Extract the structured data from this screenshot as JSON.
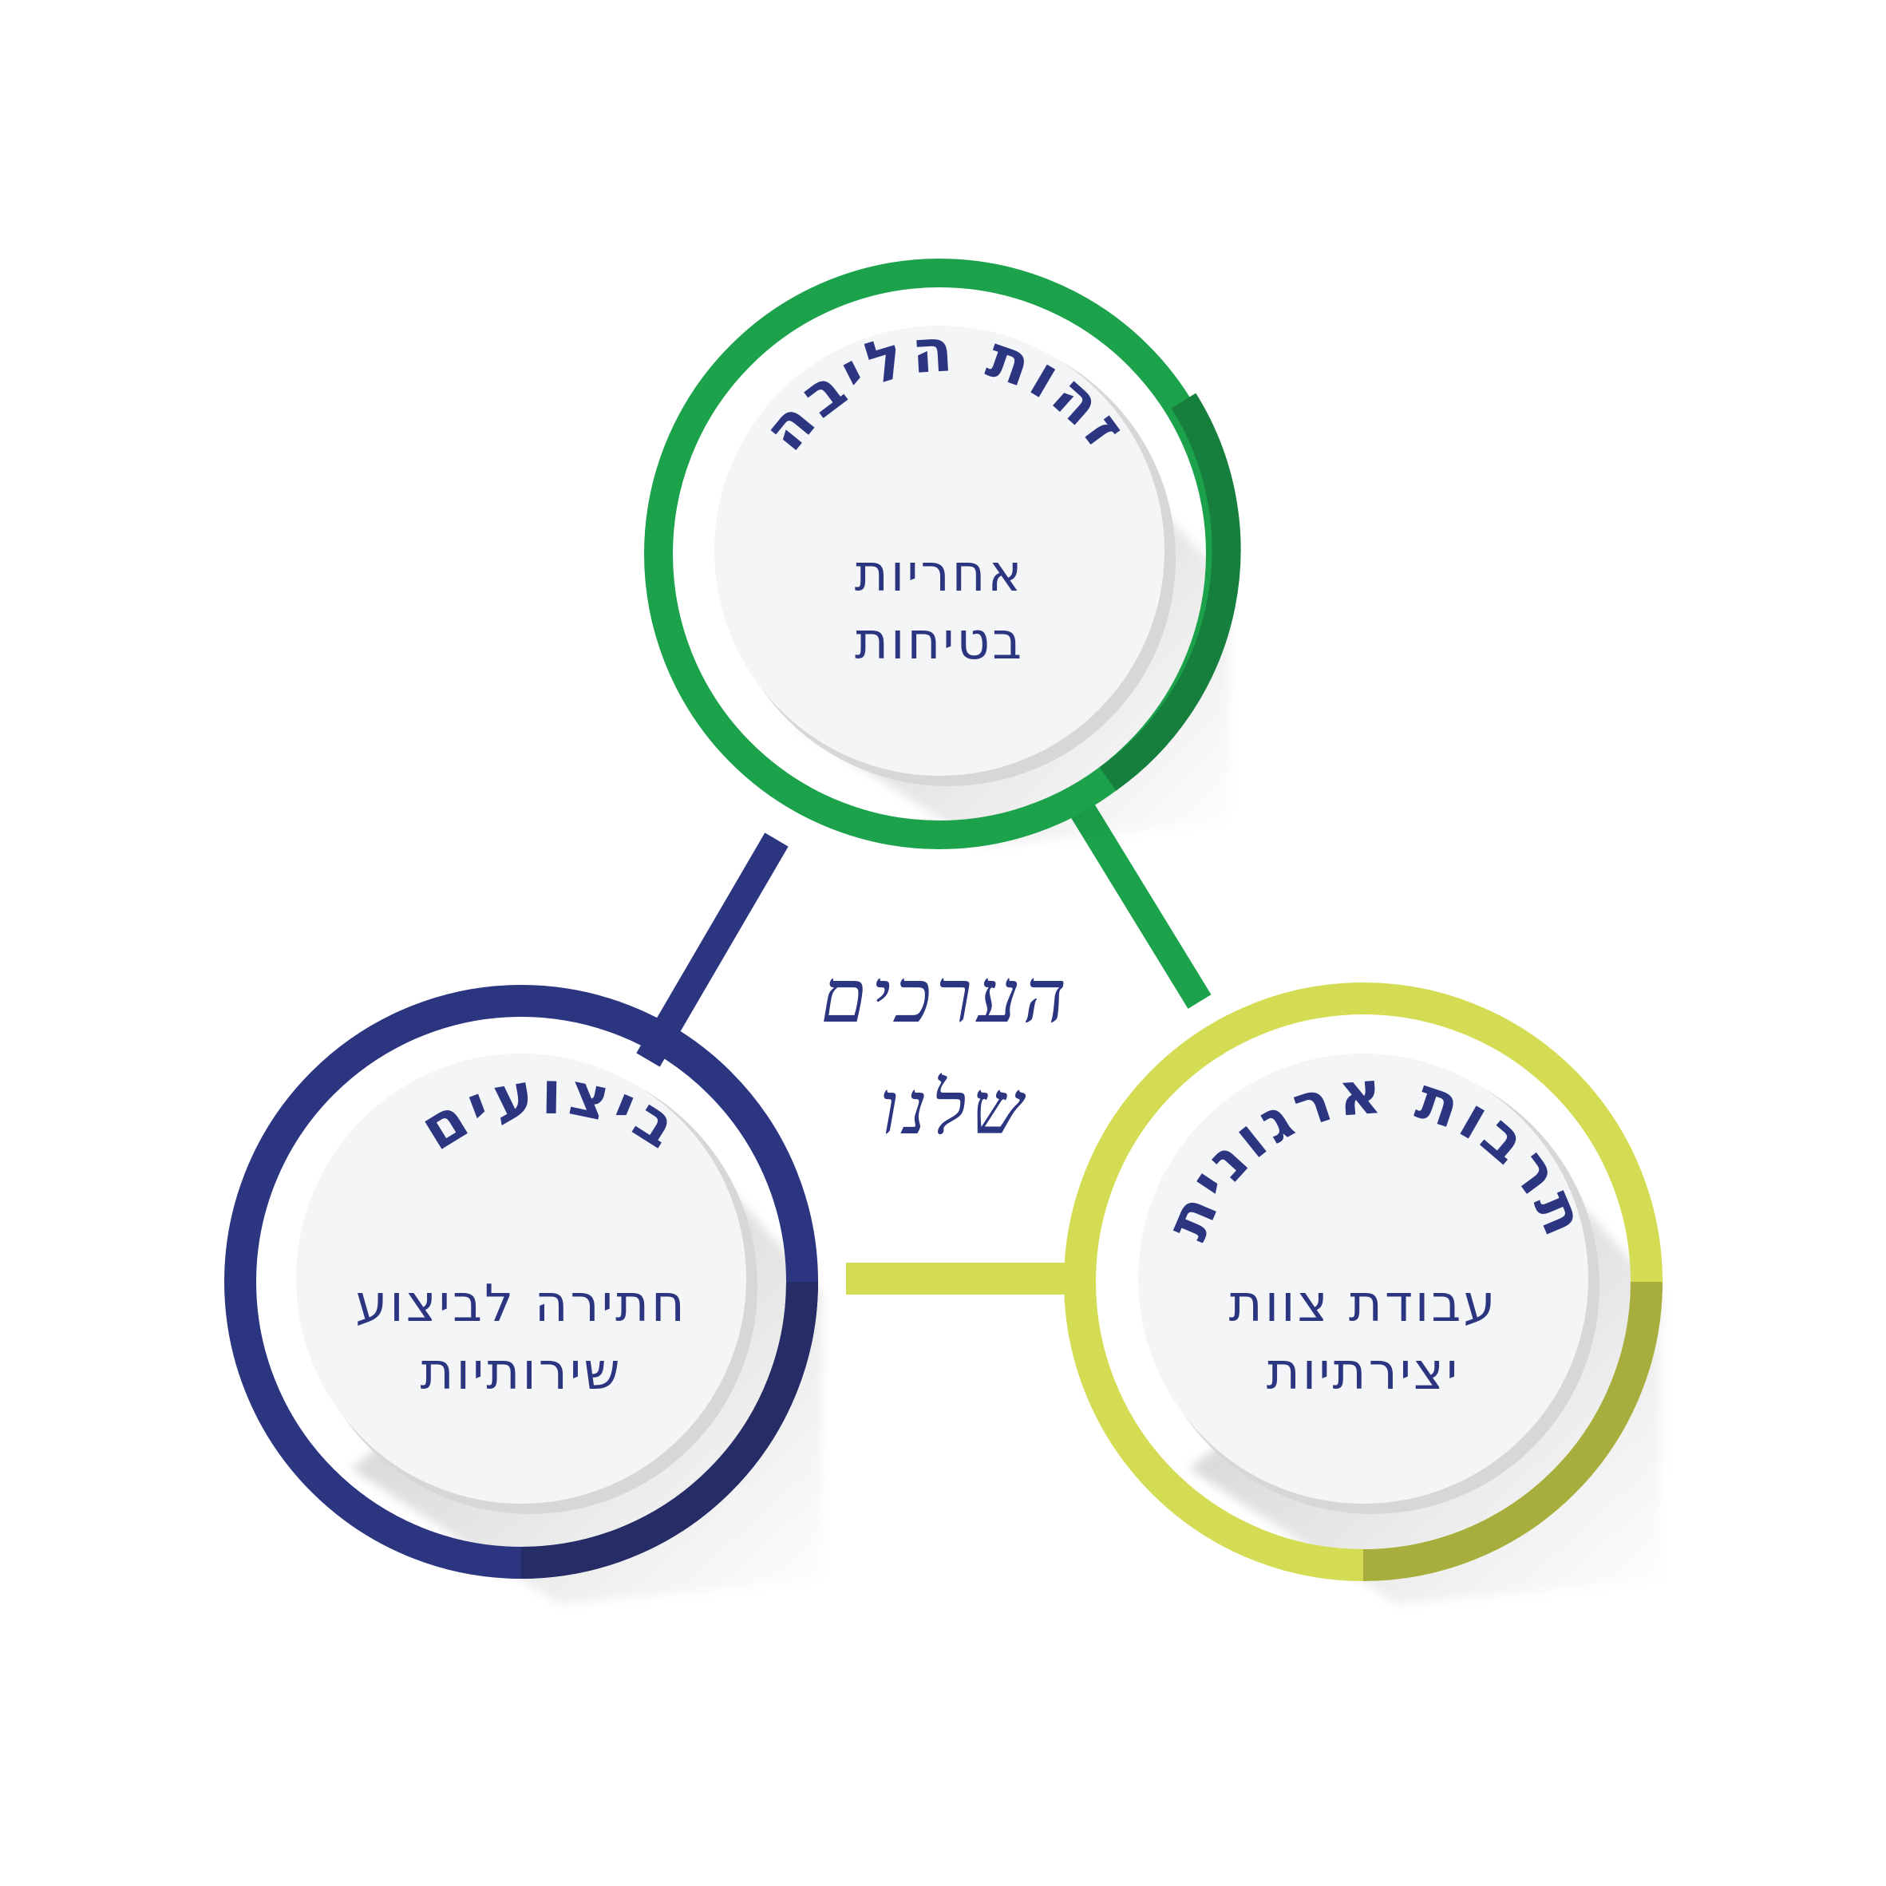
{
  "center": {
    "line1": "הערכים",
    "line2": "שלנו"
  },
  "nodes": [
    {
      "id": "top",
      "color": "#1ba24a",
      "title": "זהות הליבה",
      "lines": [
        "אחריות",
        "בטיחות"
      ]
    },
    {
      "id": "left",
      "color": "#2b3580",
      "title": "ביצועים",
      "lines": [
        "חתירה לביצוע",
        "שירותיות"
      ]
    },
    {
      "id": "right",
      "color": "#d3dc52",
      "title": "תרבות ארגונית",
      "lines": [
        "עבודת צוות",
        "יצירתיות"
      ]
    }
  ]
}
